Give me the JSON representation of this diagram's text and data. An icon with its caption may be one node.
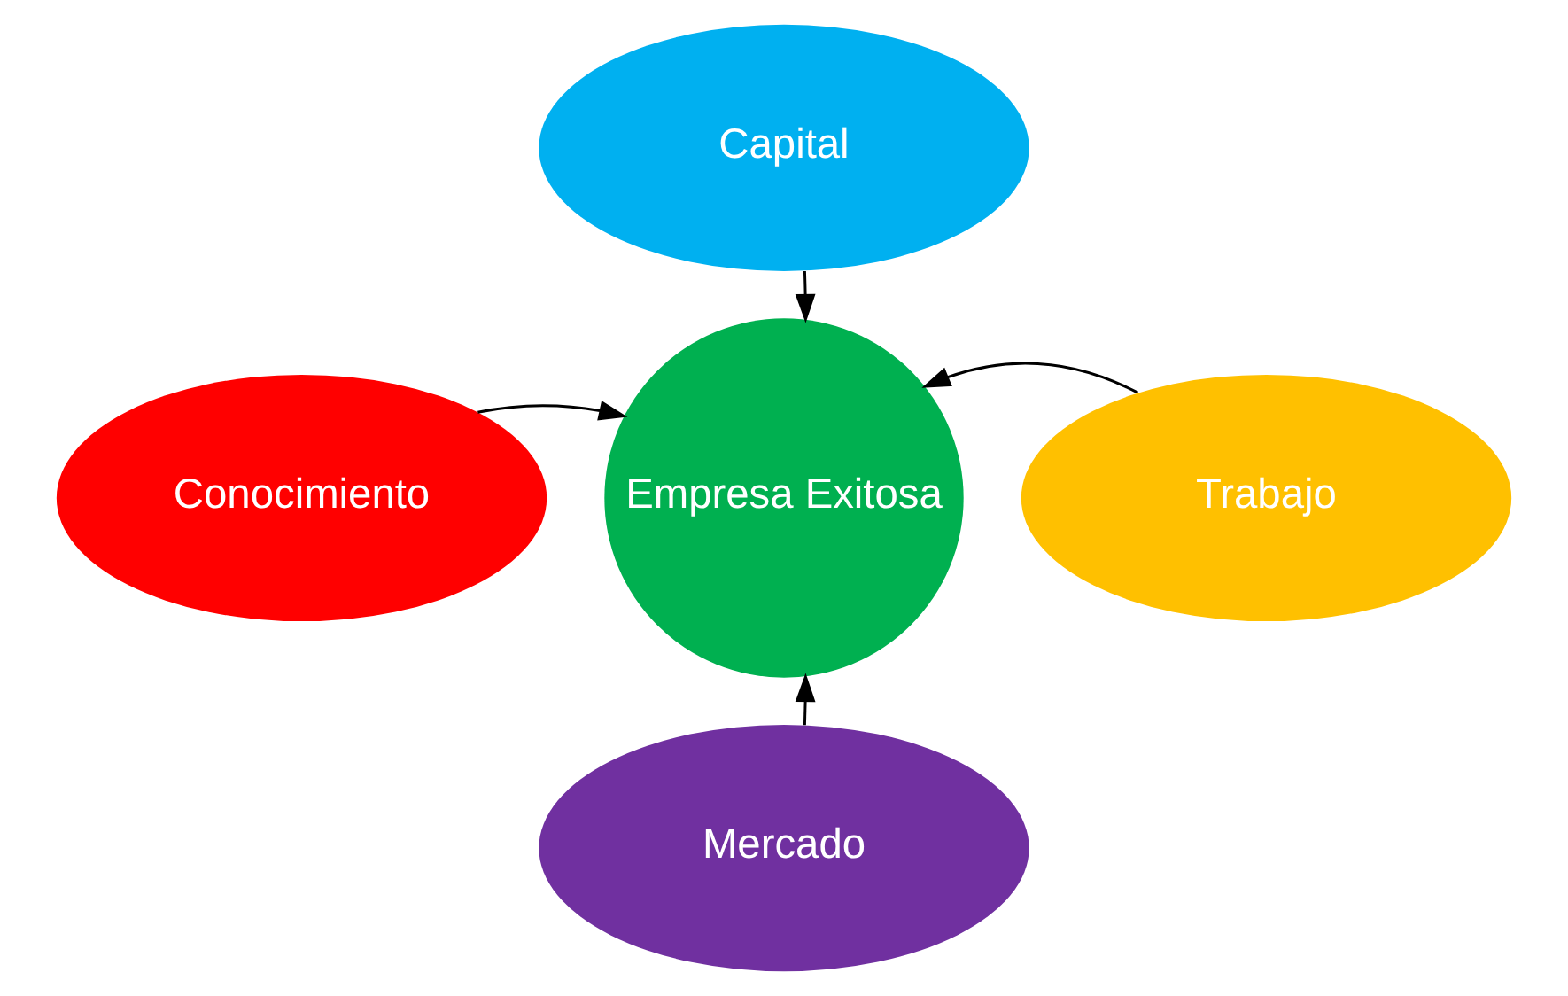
{
  "diagram": {
    "nodes": [
      {
        "text": [
          "Empresa Exitosa"
        ]
      },
      {
        "text": [
          "Capital"
        ]
      },
      {
        "text": [
          "Conocimiento"
        ]
      },
      {
        "text": [
          "Trabajo"
        ]
      },
      {
        "text": [
          "Mercado"
        ]
      }
    ],
    "edges": [
      {
        "from": 1,
        "to": 0,
        "arrow": "to"
      },
      {
        "from": 2,
        "to": 0,
        "arrow": "to"
      },
      {
        "from": 3,
        "to": 0,
        "arrow": "to"
      },
      {
        "from": 4,
        "to": 0,
        "arrow": "to"
      }
    ]
  }
}
